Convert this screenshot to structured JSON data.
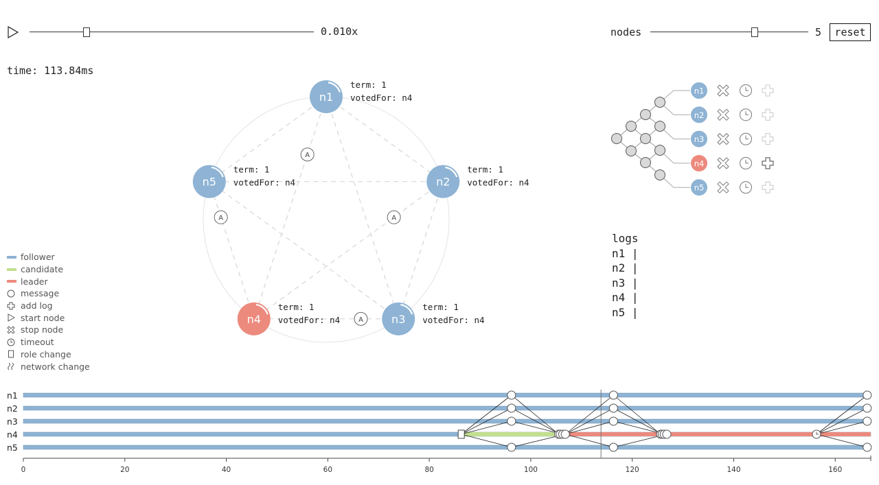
{
  "controls": {
    "speed_label": "0.010x",
    "speed_fraction": 0.2,
    "nodes_label": "nodes",
    "nodes_value": "5",
    "nodes_fraction": 0.66,
    "reset_label": "reset"
  },
  "time_label": "time: 113.84ms",
  "colors": {
    "follower": "#8eb3d4",
    "candidate": "#c2df8e",
    "leader": "#ec8a7d",
    "edge": "#d6d6d6"
  },
  "nodes": [
    {
      "id": "n1",
      "role": "follower",
      "term_text": "term: 1",
      "voted_text": "votedFor: n4"
    },
    {
      "id": "n2",
      "role": "follower",
      "term_text": "term: 1",
      "voted_text": "votedFor: n4"
    },
    {
      "id": "n3",
      "role": "follower",
      "term_text": "term: 1",
      "voted_text": "votedFor: n4"
    },
    {
      "id": "n4",
      "role": "leader",
      "term_text": "term: 1",
      "voted_text": "votedFor: n4"
    },
    {
      "id": "n5",
      "role": "follower",
      "term_text": "term: 1",
      "voted_text": "votedFor: n4"
    }
  ],
  "messages": [
    {
      "from": "n4",
      "to": "n1",
      "label": "A"
    },
    {
      "from": "n4",
      "to": "n2",
      "label": "A"
    },
    {
      "from": "n4",
      "to": "n3",
      "label": "A"
    },
    {
      "from": "n4",
      "to": "n5",
      "label": "A"
    }
  ],
  "node_panel": {
    "rows": [
      {
        "id": "n1",
        "role": "follower",
        "add_log_enabled": false
      },
      {
        "id": "n2",
        "role": "follower",
        "add_log_enabled": false
      },
      {
        "id": "n3",
        "role": "follower",
        "add_log_enabled": false
      },
      {
        "id": "n4",
        "role": "leader",
        "add_log_enabled": true
      },
      {
        "id": "n5",
        "role": "follower",
        "add_log_enabled": false
      }
    ],
    "icons": [
      "stop-node-icon",
      "timeout-icon",
      "add-log-icon"
    ]
  },
  "logs": {
    "title": "logs",
    "rows": [
      {
        "label": "n1 |"
      },
      {
        "label": "n2 |"
      },
      {
        "label": "n3 |"
      },
      {
        "label": "n4 |"
      },
      {
        "label": "n5 |"
      }
    ]
  },
  "legend": [
    {
      "icon": "follower-line",
      "label": "follower"
    },
    {
      "icon": "candidate-line",
      "label": "candidate"
    },
    {
      "icon": "leader-line",
      "label": "leader"
    },
    {
      "icon": "message-icon",
      "label": "message"
    },
    {
      "icon": "add-log-icon",
      "label": "add log"
    },
    {
      "icon": "start-node-icon",
      "label": "start node"
    },
    {
      "icon": "stop-node-icon",
      "label": "stop node"
    },
    {
      "icon": "timeout-icon",
      "label": "timeout"
    },
    {
      "icon": "role-change-icon",
      "label": "role change"
    },
    {
      "icon": "network-change-icon",
      "label": "network change"
    }
  ],
  "timeline": {
    "rows": [
      "n1",
      "n2",
      "n3",
      "n4",
      "n5"
    ],
    "x_ticks": [
      "0",
      "20",
      "40",
      "60",
      "80",
      "100",
      "120",
      "140",
      "160"
    ],
    "x_domain": [
      0,
      167
    ],
    "current_time": 113.84,
    "role_segments": [
      {
        "row": "n4",
        "role": "candidate",
        "start": 86.3,
        "end": 105.3
      },
      {
        "row": "n4",
        "role": "leader",
        "start": 105.3,
        "end": 167
      }
    ],
    "messages": [
      {
        "from": "n4",
        "to": "n1",
        "t_send": 86.3,
        "t_recv": 96.2,
        "t_back": 105.5
      },
      {
        "from": "n4",
        "to": "n2",
        "t_send": 86.3,
        "t_recv": 96.2,
        "t_back": 105.8
      },
      {
        "from": "n4",
        "to": "n3",
        "t_send": 86.3,
        "t_recv": 96.2,
        "t_back": 106.3
      },
      {
        "from": "n4",
        "to": "n5",
        "t_send": 86.3,
        "t_recv": 96.2,
        "t_back": 106.8
      },
      {
        "from": "n4",
        "to": "n1",
        "t_send": 106.8,
        "t_recv": 116.3,
        "t_back": 125.6
      },
      {
        "from": "n4",
        "to": "n2",
        "t_send": 106.8,
        "t_recv": 116.3,
        "t_back": 125.9
      },
      {
        "from": "n4",
        "to": "n3",
        "t_send": 106.8,
        "t_recv": 116.3,
        "t_back": 126.3
      },
      {
        "from": "n4",
        "to": "n5",
        "t_send": 106.8,
        "t_recv": 116.3,
        "t_back": 126.8
      },
      {
        "from": "n4",
        "to": "n1",
        "t_send": 156.3,
        "t_recv": 166.3,
        "t_back": null
      },
      {
        "from": "n4",
        "to": "n2",
        "t_send": 156.3,
        "t_recv": 166.3,
        "t_back": null
      },
      {
        "from": "n4",
        "to": "n3",
        "t_send": 156.3,
        "t_recv": 166.3,
        "t_back": null
      },
      {
        "from": "n4",
        "to": "n5",
        "t_send": 156.3,
        "t_recv": 166.3,
        "t_back": null
      }
    ],
    "events": [
      {
        "row": "n4",
        "type": "role-change",
        "t": 86.3
      },
      {
        "row": "n4",
        "type": "timeout",
        "t": 156.3
      }
    ]
  }
}
